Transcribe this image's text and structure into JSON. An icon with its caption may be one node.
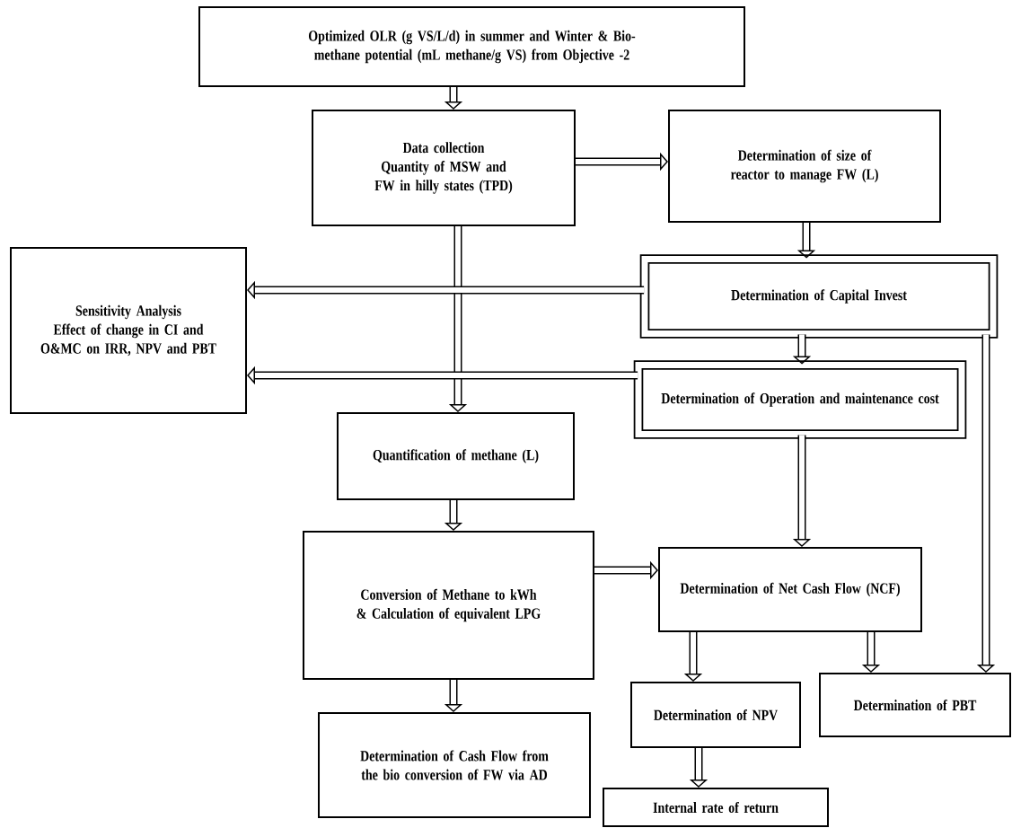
{
  "diagram": {
    "nodes": [
      {
        "text": [
          "Optimized OLR (g VS/L/d) in summer and Winter & Bio-methane potential (mL methane/g VS) from Objective -2"
        ]
      },
      {
        "text": [
          "Data collection",
          "Quantity of MSW and FW in hilly states (TPD)"
        ]
      },
      {
        "text": [
          "Determination of size of reactor to manage FW (L)"
        ]
      },
      {
        "text": [
          "Sensitivity Analysis",
          "Effect of change in CI and O&MC on IRR, NPV and PBT"
        ]
      },
      {
        "text": [
          "Determination of Capital Invest"
        ]
      },
      {
        "text": [
          "Determination of Operation and maintenance cost"
        ]
      },
      {
        "text": [
          "Quantification of methane (L)"
        ]
      },
      {
        "text": [
          "Conversion of Methane to kWh & Calculation of equivalent LPG"
        ]
      },
      {
        "text": [
          "Determination of Net Cash Flow (NCF)"
        ]
      },
      {
        "text": [
          "Determination of Cash Flow from the bio conversion of FW via AD"
        ]
      },
      {
        "text": [
          "Determination of NPV"
        ]
      },
      {
        "text": [
          "Determination of PBT"
        ]
      },
      {
        "text": [
          "Internal rate of return"
        ]
      }
    ],
    "edges": [
      {
        "from": 0,
        "to": 1,
        "arrow": "to"
      },
      {
        "from": 1,
        "to": 2,
        "arrow": "to"
      },
      {
        "from": 2,
        "to": 4,
        "arrow": "to"
      },
      {
        "from": 1,
        "to": 6,
        "arrow": "to"
      },
      {
        "from": 4,
        "to": 3,
        "arrow": "to"
      },
      {
        "from": 5,
        "to": 3,
        "arrow": "to"
      },
      {
        "from": 4,
        "to": 5,
        "arrow": "to"
      },
      {
        "from": 4,
        "to": 11,
        "arrow": "to"
      },
      {
        "from": 6,
        "to": 7,
        "arrow": "to"
      },
      {
        "from": 5,
        "to": 8,
        "arrow": "to"
      },
      {
        "from": 7,
        "to": 8,
        "arrow": "to"
      },
      {
        "from": 7,
        "to": 9,
        "arrow": "to"
      },
      {
        "from": 8,
        "to": 10,
        "arrow": "to"
      },
      {
        "from": 8,
        "to": 11,
        "arrow": "to"
      },
      {
        "from": 10,
        "to": 12,
        "arrow": "to"
      }
    ]
  }
}
